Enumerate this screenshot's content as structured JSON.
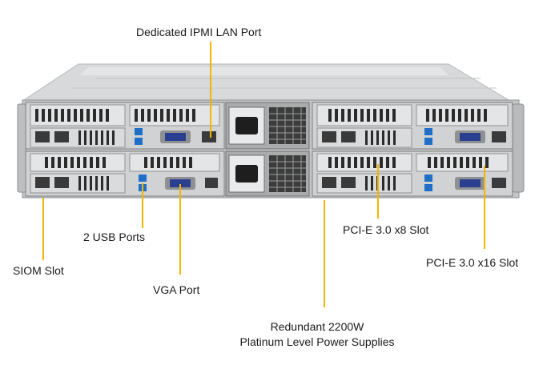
{
  "labels": {
    "ipmi": "Dedicated IPMI LAN Port",
    "usb": "2 USB Ports",
    "siom": "SIOM Slot",
    "vga": "VGA Port",
    "psu_line1": "Redundant 2200W",
    "psu_line2": "Platinum Level Power Supplies",
    "pcie_x8": "PCI-E 3.0 x8 Slot",
    "pcie_x16": "PCI-E 3.0 x16 Slot"
  },
  "colors": {
    "leader": "#f5b400",
    "chassis_top": "#d8dadb",
    "chassis_face": "#c9cbcc",
    "usb_blue": "#1f6fc9",
    "vga_blue": "#2a3f8f"
  }
}
